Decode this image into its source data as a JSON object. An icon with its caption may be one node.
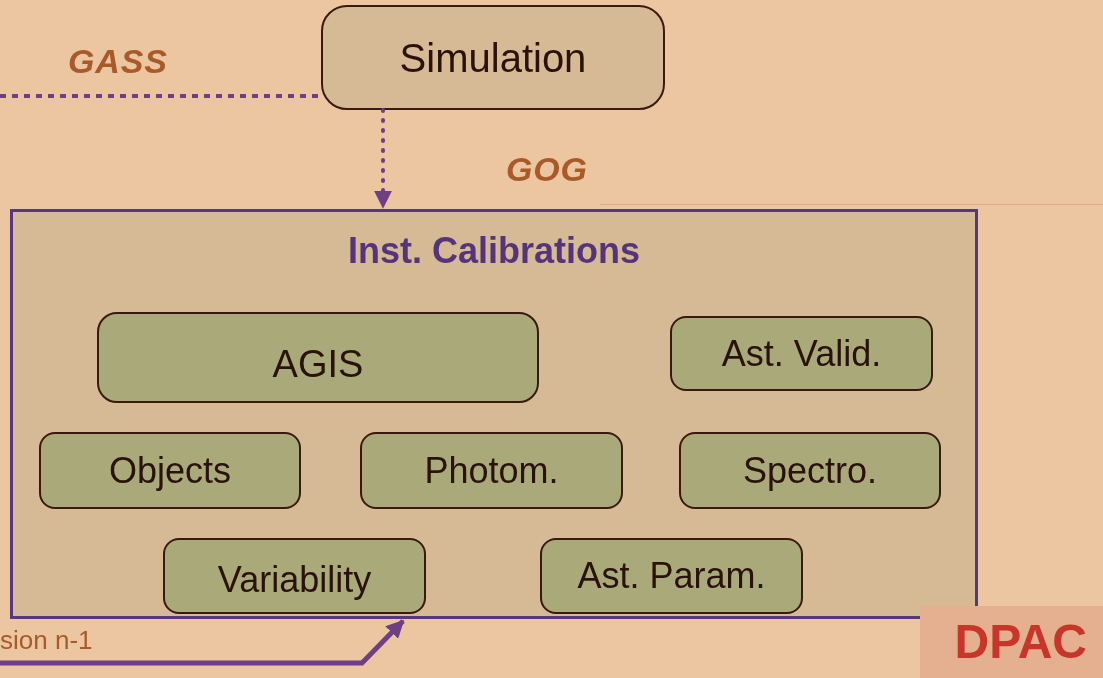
{
  "diagram": {
    "nodes": [
      {
        "text": [
          "Simulation"
        ]
      },
      {
        "text": [
          "Inst. Calibrations"
        ]
      },
      {
        "text": [
          "AGIS"
        ],
        "in": 1
      },
      {
        "text": [
          "Ast. Valid."
        ],
        "in": 1
      },
      {
        "text": [
          "Objects"
        ],
        "in": 1
      },
      {
        "text": [
          "Photom."
        ],
        "in": 1
      },
      {
        "text": [
          "Spectro."
        ],
        "in": 1
      },
      {
        "text": [
          "Variability"
        ],
        "in": 1
      },
      {
        "text": [
          "Ast. Param."
        ],
        "in": 1
      }
    ],
    "edges": [
      {
        "from": null,
        "to": 0,
        "arrow": "none",
        "label": "GASS",
        "style": "dashed"
      },
      {
        "from": 0,
        "to": 1,
        "arrow": "to",
        "label": "GOG",
        "style": "dashed"
      },
      {
        "from": null,
        "to": 1,
        "arrow": "to",
        "label": "sion n-1"
      }
    ],
    "labels": [
      "DPAC"
    ]
  }
}
